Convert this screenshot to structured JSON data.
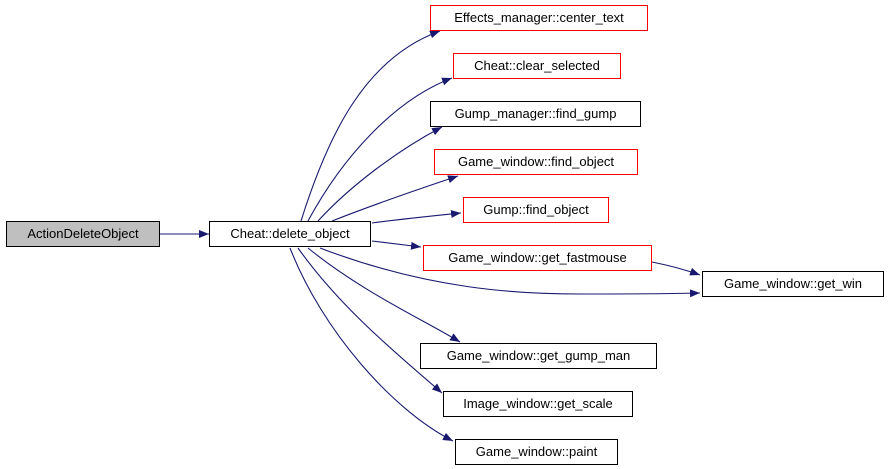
{
  "graph": {
    "type": "doxygen-call-graph",
    "nodes": {
      "action_delete_object": {
        "label": "ActionDeleteObject"
      },
      "delete_object": {
        "label": "Cheat::delete_object"
      },
      "center_text": {
        "label": "Effects_manager::center_text"
      },
      "clear_selected": {
        "label": "Cheat::clear_selected"
      },
      "find_gump": {
        "label": "Gump_manager::find_gump"
      },
      "find_object": {
        "label": "Game_window::find_object"
      },
      "gump_find_object": {
        "label": "Gump::find_object"
      },
      "get_fastmouse": {
        "label": "Game_window::get_fastmouse"
      },
      "get_win": {
        "label": "Game_window::get_win"
      },
      "get_gump_man": {
        "label": "Game_window::get_gump_man"
      },
      "get_scale": {
        "label": "Image_window::get_scale"
      },
      "paint": {
        "label": "Game_window::paint"
      }
    },
    "edges": [
      {
        "from": "action_delete_object",
        "to": "delete_object"
      },
      {
        "from": "delete_object",
        "to": "center_text"
      },
      {
        "from": "delete_object",
        "to": "clear_selected"
      },
      {
        "from": "delete_object",
        "to": "find_gump"
      },
      {
        "from": "delete_object",
        "to": "find_object"
      },
      {
        "from": "delete_object",
        "to": "gump_find_object"
      },
      {
        "from": "delete_object",
        "to": "get_fastmouse"
      },
      {
        "from": "delete_object",
        "to": "get_win"
      },
      {
        "from": "delete_object",
        "to": "get_gump_man"
      },
      {
        "from": "delete_object",
        "to": "get_scale"
      },
      {
        "from": "delete_object",
        "to": "paint"
      },
      {
        "from": "get_fastmouse",
        "to": "get_win"
      }
    ],
    "colors": {
      "edge": "#191970",
      "node_border_default": "#000000",
      "node_border_highlight": "#ff0000",
      "root_node_fill": "#bfbfbf",
      "node_fill": "#ffffff",
      "text": "#000000"
    }
  }
}
